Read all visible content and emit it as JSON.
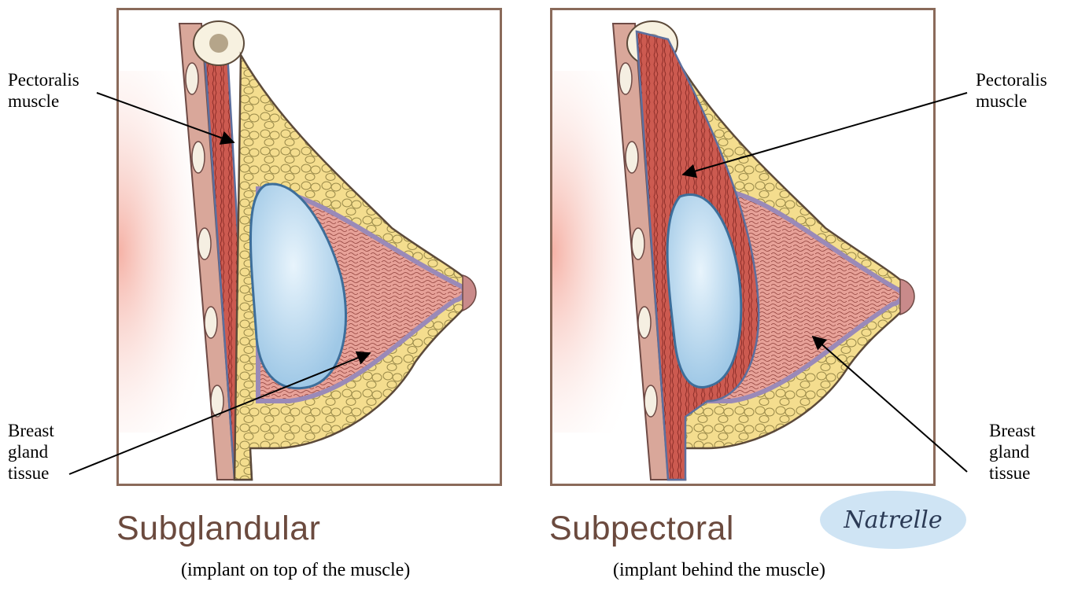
{
  "left_panel": {
    "title": "Subglandular",
    "caption": "(implant on top of the muscle)",
    "muscle_label": "Pectoralis\nmuscle",
    "tissue_label": "Breast\ngland\ntissue"
  },
  "right_panel": {
    "title": "Subpectoral",
    "caption": "(implant behind the muscle)",
    "muscle_label": "Pectoralis\nmuscle",
    "tissue_label": "Breast\ngland\ntissue"
  },
  "logo": {
    "text": "Natrelle"
  },
  "colors": {
    "frame": "#8a6a5a",
    "muscle": "#c9584e",
    "fat": "#f3dc8a",
    "gland": "#e8a29a",
    "implant": "#bcdcf0",
    "sheath": "#b9a9cc",
    "skin_glow": "#f7c9c0",
    "logo_bg": "#cfe4f4"
  }
}
